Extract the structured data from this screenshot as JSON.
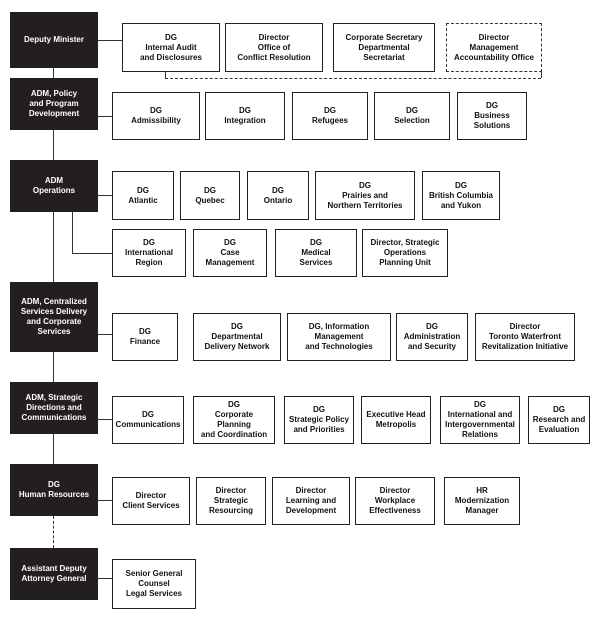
{
  "rows": [
    {
      "head": "Deputy Minister",
      "children": [
        "DG\nInternal Audit\nand Disclosures",
        "Director\nOffice of\nConflict Resolution",
        "Corporate Secretary\nDepartmental\nSecretariat",
        "Director\nManagement\nAccountability Office"
      ]
    },
    {
      "head": "ADM, Policy\nand Program\nDevelopment",
      "children": [
        "DG\nAdmissibility",
        "DG\nIntegration",
        "DG\nRefugees",
        "DG\nSelection",
        "DG\nBusiness\nSolutions"
      ]
    },
    {
      "head": "ADM\nOperations",
      "children": [
        "DG\nAtlantic",
        "DG\nQuebec",
        "DG\nOntario",
        "DG\nPrairies and\nNorthern Territories",
        "DG\nBritish Columbia\nand Yukon"
      ],
      "children2": [
        "DG\nInternational\nRegion",
        "DG\nCase\nManagement",
        "DG\nMedical\nServices",
        "Director, Strategic\nOperations\nPlanning Unit"
      ]
    },
    {
      "head": "ADM, Centralized\nServices Delivery\nand Corporate\nServices",
      "children": [
        "DG\nFinance",
        "DG\nDepartmental\nDelivery Network",
        "DG, Information\nManagement\nand Technologies",
        "DG\nAdministration\nand Security",
        "Director\nToronto Waterfront\nRevitalization Initiative"
      ]
    },
    {
      "head": "ADM, Strategic\nDirections and\nCommunications",
      "children": [
        "DG\nCommunications",
        "DG\nCorporate Planning\nand Coordination",
        "DG\nStrategic Policy\nand Priorities",
        "Executive Head\nMetropolis",
        "DG\nInternational and\nIntergovernmental\nRelations",
        "DG\nResearch and\nEvaluation"
      ]
    },
    {
      "head": "DG\nHuman Resources",
      "children": [
        "Director\nClient Services",
        "Director\nStrategic\nResourcing",
        "Director\nLearning and\nDevelopment",
        "Director\nWorkplace\nEffectiveness",
        "HR\nModernization\nManager"
      ]
    },
    {
      "head": "Assistant Deputy\nAttorney General",
      "children": [
        "Senior General\nCounsel\nLegal Services"
      ]
    }
  ]
}
